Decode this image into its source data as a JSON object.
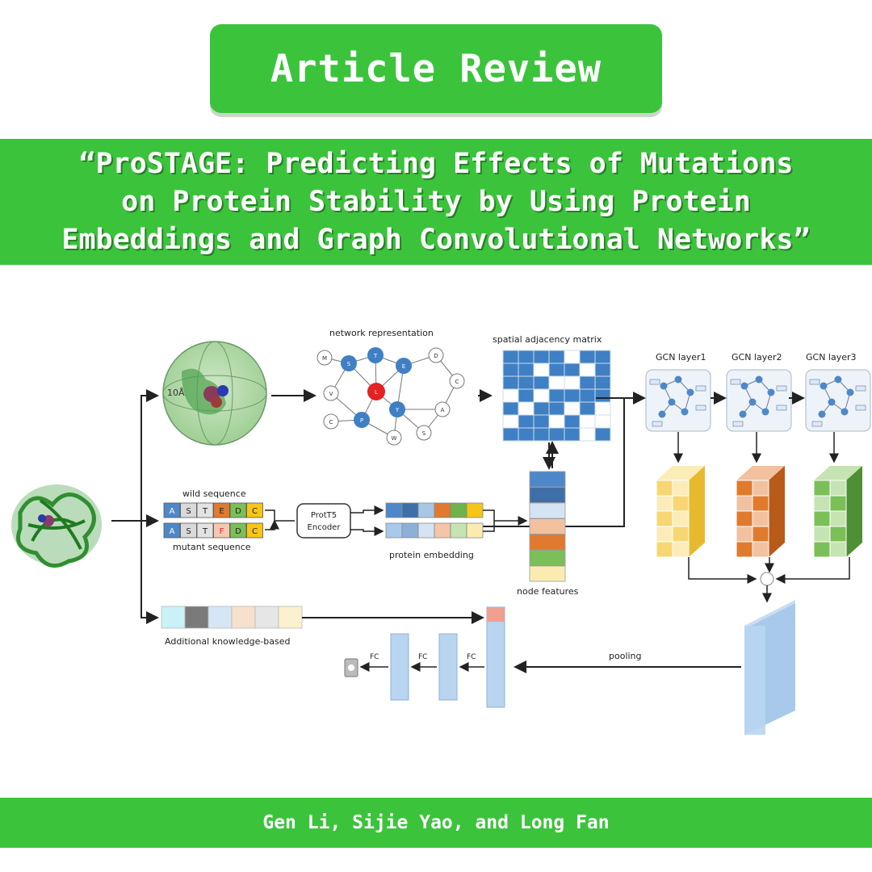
{
  "header": {
    "badge_label": "Article Review"
  },
  "title": {
    "lines": [
      "“ProSTAGE: Predicting Effects of Mutations",
      "on Protein Stability by  Using Protein",
      "Embeddings and Graph Convolutional Networks”"
    ]
  },
  "diagram": {
    "labels": {
      "network_representation": "network representation",
      "spatial_adjacency_matrix": "spatial adjacency matrix",
      "gcn_layer1": "GCN layer1",
      "gcn_layer2": "GCN layer2",
      "gcn_layer3": "GCN layer3",
      "wild_sequence": "wild sequence",
      "mutant_sequence": "mutant sequence",
      "encoder_line1": "ProtT5",
      "encoder_line2": "Encoder",
      "protein_embedding": "protein embedding",
      "node_features": "node features",
      "additional_knowledge": "Additional knowledge-based",
      "pooling": "pooling",
      "fc1": "FC",
      "fc2": "FC",
      "fc3": "FC",
      "radius": "10Å"
    },
    "wild_residues": [
      "A",
      "S",
      "T",
      "E",
      "D",
      "C"
    ],
    "mutant_residues": [
      "A",
      "S",
      "T",
      "F",
      "D",
      "C"
    ],
    "graph_nodes": [
      "M",
      "S",
      "T",
      "E",
      "D",
      "C",
      "V",
      "L",
      "A",
      "C",
      "P",
      "Y",
      "S",
      "W"
    ],
    "colors": {
      "accent_green": "#3cc33c",
      "node_blue": "#3f7fc4",
      "mutation_red": "#e32222",
      "gcn1_yellow": "#f5cf52",
      "gcn2_orange": "#e07a2e",
      "gcn3_green": "#6fb34a"
    }
  },
  "footer": {
    "authors": "Gen Li, Sijie Yao, and Long Fan"
  }
}
